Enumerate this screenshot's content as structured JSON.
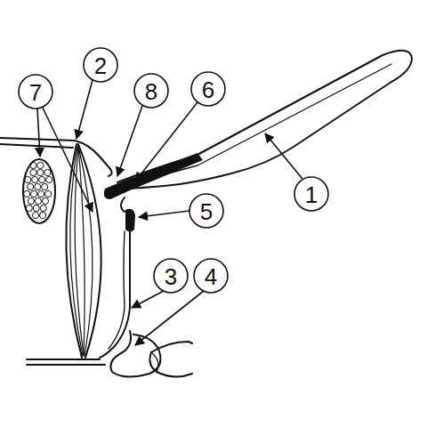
{
  "diagram": {
    "labels": [
      "7",
      "2",
      "8",
      "6",
      "1",
      "5",
      "3",
      "4"
    ]
  }
}
